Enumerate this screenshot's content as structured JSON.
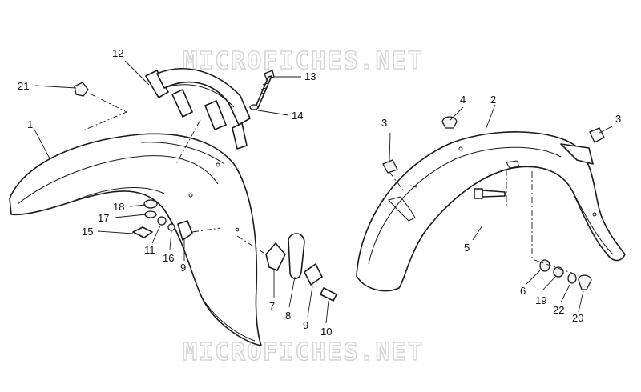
{
  "watermark": {
    "top_text": "MICROFICHES.NET",
    "bottom_text": "MICROFICHES.NET"
  },
  "callouts": {
    "n1": "1",
    "n2": "2",
    "n3a": "3",
    "n3b": "3",
    "n4": "4",
    "n5": "5",
    "n6": "6",
    "n7": "7",
    "n8": "8",
    "n9a": "9",
    "n9b": "9",
    "n10": "10",
    "n11": "11",
    "n12": "12",
    "n13": "13",
    "n14": "14",
    "n15": "15",
    "n16": "16",
    "n17": "17",
    "n18": "18",
    "n19": "19",
    "n20": "20",
    "n21": "21",
    "n22": "22"
  },
  "colors": {
    "line": "#1a1a1a",
    "background": "#ffffff",
    "watermark": "#d6d6d6"
  }
}
